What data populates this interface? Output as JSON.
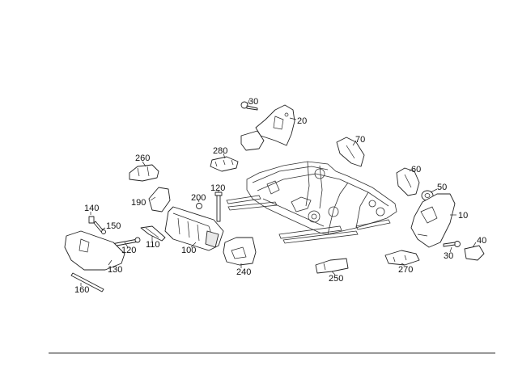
{
  "callouts": [
    "30",
    "20",
    "70",
    "280",
    "260",
    "60",
    "50",
    "120",
    "200",
    "190",
    "140",
    "10",
    "150",
    "40",
    "110",
    "120",
    "100",
    "30",
    "130",
    "240",
    "270",
    "250",
    "160"
  ],
  "colors": {
    "line": "#222222",
    "shade": "#e9e9e9",
    "background": "#ffffff"
  }
}
